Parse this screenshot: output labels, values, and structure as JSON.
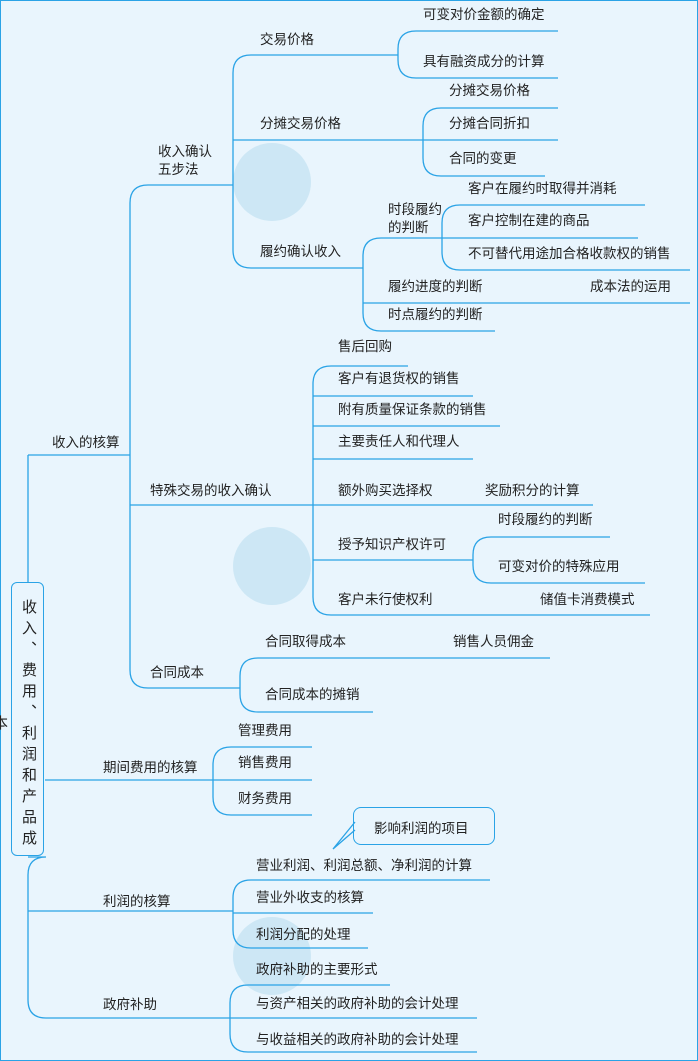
{
  "root": "收入、费用、利润和产品成本",
  "revenue": {
    "label": "收入的核算",
    "five_steps": {
      "label_line1": "收入确认",
      "label_line2": "五步法",
      "transaction_price": {
        "label": "交易价格",
        "items": [
          "可变对价金额的确定",
          "具有融资成分的计算"
        ]
      },
      "allocation": {
        "label": "分摊交易价格",
        "items": [
          "分摊交易价格",
          "分摊合同折扣",
          "合同的变更"
        ]
      },
      "performance": {
        "label": "履约确认收入",
        "over_time": {
          "label_line1": "时段履约",
          "label_line2": "的判断",
          "items": [
            "客户在履约时取得并消耗",
            "客户控制在建的商品",
            "不可替代用途加合格收款权的销售"
          ]
        },
        "progress": {
          "label": "履约进度的判断",
          "note": "成本法的运用"
        },
        "point_in_time": "时点履约的判断"
      }
    },
    "special": {
      "label": "特殊交易的收入确认",
      "items": [
        "售后回购",
        "客户有退货权的销售",
        "附有质量保证条款的销售",
        "主要责任人和代理人"
      ],
      "option": {
        "label": "额外购买选择权",
        "note": "奖励积分的计算"
      },
      "ip": {
        "label": "授予知识产权许可",
        "items": [
          "时段履约的判断",
          "可变对价的特殊应用"
        ]
      },
      "unexercised": {
        "label": "客户未行使权利",
        "note": "储值卡消费模式"
      }
    },
    "contract_cost": {
      "label": "合同成本",
      "obtain": {
        "label": "合同取得成本",
        "note": "销售人员佣金"
      },
      "amortize": "合同成本的摊销"
    }
  },
  "period_expenses": {
    "label": "期间费用的核算",
    "items": [
      "管理费用",
      "销售费用",
      "财务费用"
    ]
  },
  "profit": {
    "label": "利润的核算",
    "callout": "影响利润的项目",
    "items": [
      "营业利润、利润总额、净利润的计算",
      "营业外收支的核算",
      "利润分配的处理"
    ]
  },
  "subsidy": {
    "label": "政府补助",
    "items": [
      "政府补助的主要形式",
      "与资产相关的政府补助的会计处理",
      "与收益相关的政府补助的会计处理"
    ]
  },
  "colors": {
    "line": "#2aa3e6",
    "background": "#e9f5fd"
  }
}
